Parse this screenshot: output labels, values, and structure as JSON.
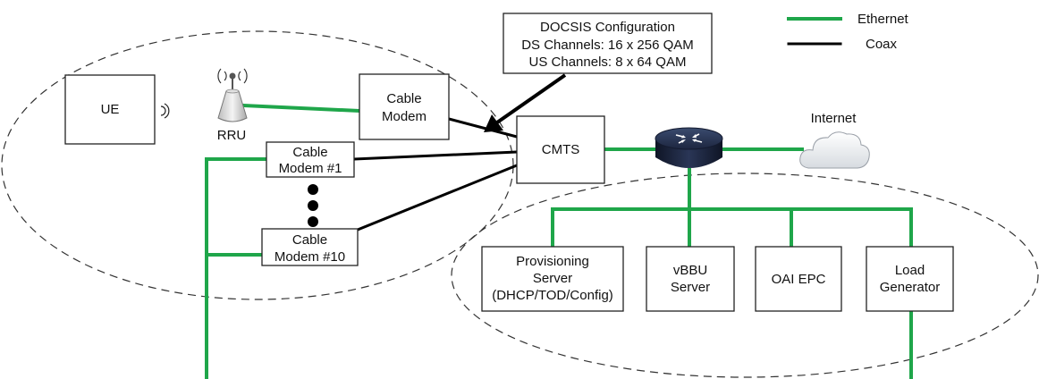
{
  "legend": {
    "ethernet_label": "Ethernet",
    "coax_label": "Coax",
    "ethernet_color": "#1fa64a",
    "coax_color": "#000000"
  },
  "nodes": {
    "ue": "UE",
    "rru": "RRU",
    "cable_modem": [
      "Cable",
      "Modem"
    ],
    "cable_modem_1": [
      "Cable",
      "Modem #1"
    ],
    "cable_modem_10": [
      "Cable",
      "Modem #10"
    ],
    "cmts": "CMTS",
    "internet": "Internet",
    "provisioning_server": [
      "Provisioning",
      "Server",
      "(DHCP/TOD/Config)"
    ],
    "vbbu_server": [
      "vBBU",
      "Server"
    ],
    "oai_epc": "OAI EPC",
    "load_generator": [
      "Load",
      "Generator"
    ]
  },
  "callout": {
    "lines": [
      "DOCSIS Configuration",
      "DS Channels: 16 x 256 QAM",
      "US Channels: 8 x 64 QAM"
    ]
  },
  "icons": {
    "router": "router-icon",
    "cloud": "cloud-icon",
    "antenna": "antenna-icon",
    "wireless": "wireless-signal-icon"
  }
}
